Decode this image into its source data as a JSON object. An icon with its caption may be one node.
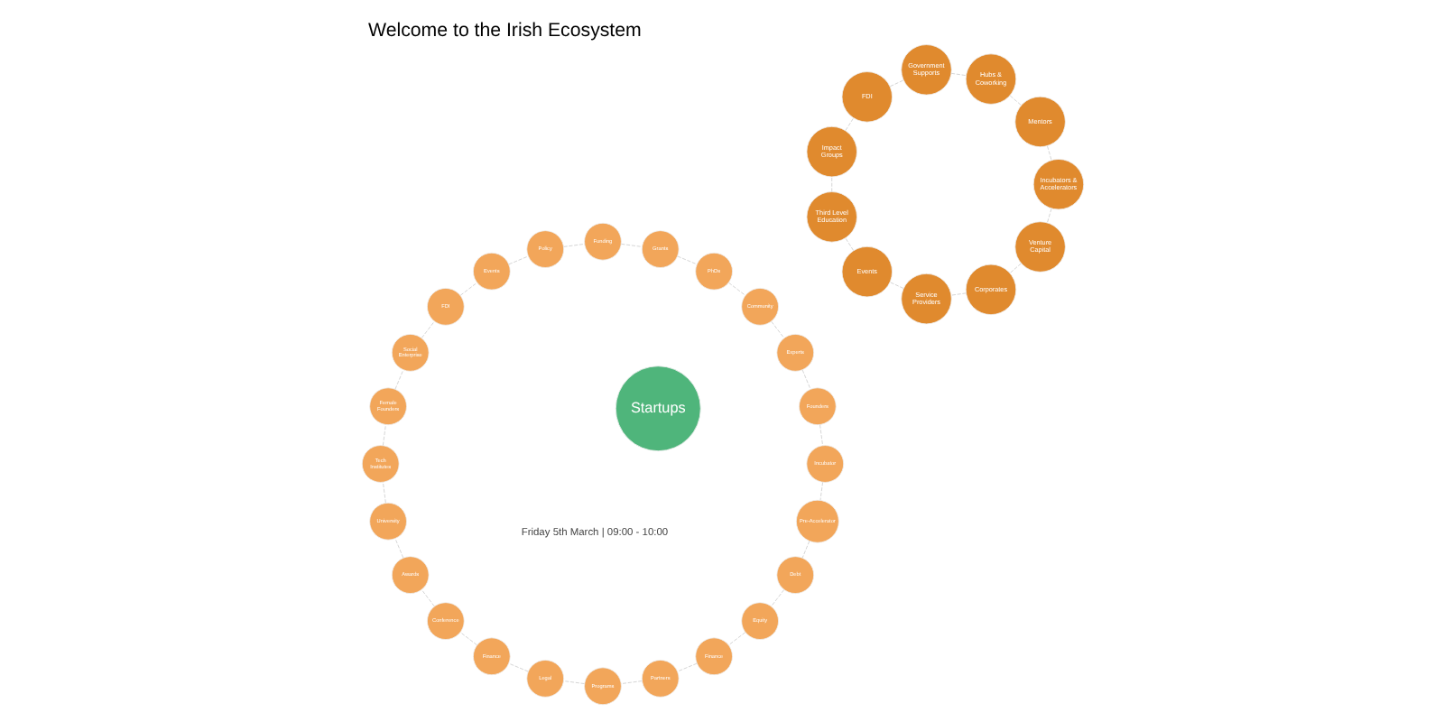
{
  "diagram": {
    "title": "Welcome to the Irish Ecosystem",
    "nodes": [
      {
        "text": [
          "Startups"
        ]
      },
      {
        "text": [
          "Venture Capital"
        ]
      },
      {
        "text": [
          "Corporates"
        ]
      },
      {
        "text": [
          "Service Providers"
        ]
      },
      {
        "text": [
          "Events"
        ]
      },
      {
        "text": [
          "Third Level Education"
        ]
      },
      {
        "text": [
          "Impact Groups"
        ]
      },
      {
        "text": [
          "FDI"
        ]
      },
      {
        "text": [
          "Government Supports"
        ]
      },
      {
        "text": [
          "Hubs & Coworking"
        ]
      },
      {
        "text": [
          "Mentors"
        ]
      },
      {
        "text": [
          "Incubators & Accelerators"
        ]
      },
      {
        "text": [
          "Pre-Accelerator"
        ]
      },
      {
        "text": [
          "Debt"
        ]
      },
      {
        "text": [
          "Equity"
        ]
      },
      {
        "text": [
          "Finance"
        ]
      },
      {
        "text": [
          "Partners"
        ]
      },
      {
        "text": [
          "Programs"
        ]
      },
      {
        "text": [
          "Legal"
        ]
      },
      {
        "text": [
          "Finance"
        ]
      },
      {
        "text": [
          "Conference"
        ]
      },
      {
        "text": [
          "Awards"
        ]
      },
      {
        "text": [
          "University"
        ]
      },
      {
        "text": [
          "Tech Institutes"
        ]
      },
      {
        "text": [
          "Female Founders"
        ]
      },
      {
        "text": [
          "Social Enterprise"
        ]
      },
      {
        "text": [
          "FDI"
        ]
      },
      {
        "text": [
          "Events"
        ]
      },
      {
        "text": [
          "Policy"
        ]
      },
      {
        "text": [
          "Funding"
        ]
      },
      {
        "text": [
          "Grants"
        ]
      },
      {
        "text": [
          "PhDs"
        ]
      },
      {
        "text": [
          "Community"
        ]
      },
      {
        "text": [
          "Experts"
        ]
      },
      {
        "text": [
          "Founders"
        ]
      },
      {
        "text": [
          "Incubator"
        ]
      }
    ],
    "edges": [
      {
        "from": 1,
        "to": 2,
        "arrow": "none",
        "style": "dashed"
      },
      {
        "from": 2,
        "to": 3,
        "arrow": "none",
        "style": "dashed"
      },
      {
        "from": 3,
        "to": 4,
        "arrow": "none",
        "style": "dashed"
      },
      {
        "from": 4,
        "to": 5,
        "arrow": "none",
        "style": "dashed"
      },
      {
        "from": 5,
        "to": 6,
        "arrow": "none",
        "style": "dashed"
      },
      {
        "from": 6,
        "to": 7,
        "arrow": "none",
        "style": "dashed"
      },
      {
        "from": 7,
        "to": 8,
        "arrow": "none",
        "style": "dashed"
      },
      {
        "from": 8,
        "to": 9,
        "arrow": "none",
        "style": "dashed"
      },
      {
        "from": 9,
        "to": 10,
        "arrow": "none",
        "style": "dashed"
      },
      {
        "from": 10,
        "to": 11,
        "arrow": "none",
        "style": "dashed"
      },
      {
        "from": 11,
        "to": 1,
        "arrow": "none",
        "style": "dashed"
      },
      {
        "from": 12,
        "to": 13,
        "arrow": "none",
        "style": "dashed"
      },
      {
        "from": 13,
        "to": 14,
        "arrow": "none",
        "style": "dashed"
      },
      {
        "from": 14,
        "to": 15,
        "arrow": "none",
        "style": "dashed"
      },
      {
        "from": 15,
        "to": 16,
        "arrow": "none",
        "style": "dashed"
      },
      {
        "from": 16,
        "to": 17,
        "arrow": "none",
        "style": "dashed"
      },
      {
        "from": 17,
        "to": 18,
        "arrow": "none",
        "style": "dashed"
      },
      {
        "from": 18,
        "to": 19,
        "arrow": "none",
        "style": "dashed"
      },
      {
        "from": 19,
        "to": 20,
        "arrow": "none",
        "style": "dashed"
      },
      {
        "from": 20,
        "to": 21,
        "arrow": "none",
        "style": "dashed"
      },
      {
        "from": 21,
        "to": 22,
        "arrow": "none",
        "style": "dashed"
      },
      {
        "from": 22,
        "to": 23,
        "arrow": "none",
        "style": "dashed"
      },
      {
        "from": 23,
        "to": 24,
        "arrow": "none",
        "style": "dashed"
      },
      {
        "from": 24,
        "to": 25,
        "arrow": "none",
        "style": "dashed"
      },
      {
        "from": 25,
        "to": 26,
        "arrow": "none",
        "style": "dashed"
      },
      {
        "from": 26,
        "to": 27,
        "arrow": "none",
        "style": "dashed"
      },
      {
        "from": 27,
        "to": 28,
        "arrow": "none",
        "style": "dashed"
      },
      {
        "from": 28,
        "to": 29,
        "arrow": "none",
        "style": "dashed"
      },
      {
        "from": 29,
        "to": 30,
        "arrow": "none",
        "style": "dashed"
      },
      {
        "from": 30,
        "to": 31,
        "arrow": "none",
        "style": "dashed"
      },
      {
        "from": 31,
        "to": 32,
        "arrow": "none",
        "style": "dashed"
      },
      {
        "from": 32,
        "to": 33,
        "arrow": "none",
        "style": "dashed"
      },
      {
        "from": 33,
        "to": 34,
        "arrow": "none",
        "style": "dashed"
      },
      {
        "from": 34,
        "to": 35,
        "arrow": "none",
        "style": "dashed"
      },
      {
        "from": 35,
        "to": 12,
        "arrow": "none",
        "style": "dashed"
      }
    ],
    "labels": [
      "Friday 5th March | 09:00 - 10:00"
    ]
  }
}
